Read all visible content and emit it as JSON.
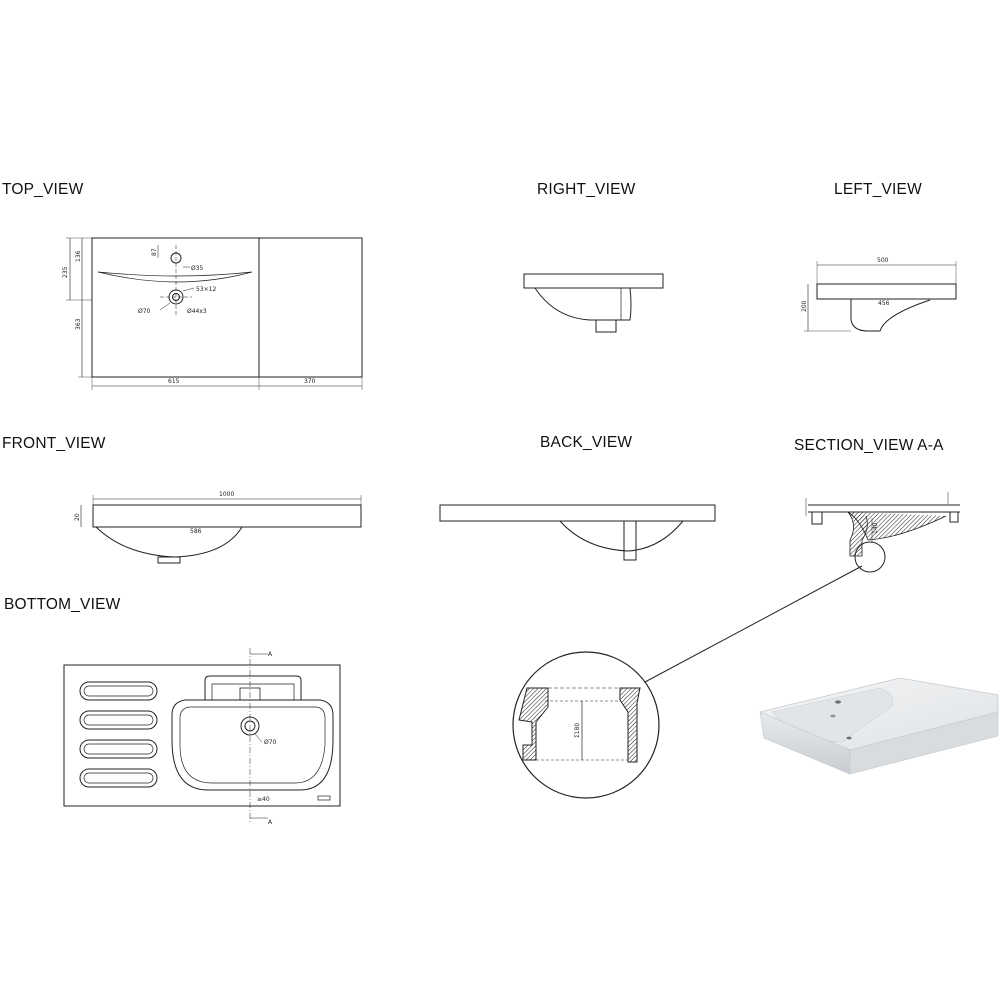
{
  "views": {
    "top": "TOP_VIEW",
    "right": "RIGHT_VIEW",
    "left": "LEFT_VIEW",
    "front": "FRONT_VIEW",
    "back": "BACK_VIEW",
    "section": "SECTION_VIEW  A-A",
    "bottom": "BOTTOM_VIEW"
  },
  "dims": {
    "top": {
      "h_total": "235",
      "h_upper": "136",
      "h_lower": "363",
      "h_small": "87",
      "hole_tap": "Ø35",
      "overflow": "53×12",
      "drain_outer": "Ø70",
      "drain_inner": "Ø44x3",
      "w_bowl": "615",
      "w_shelf": "370"
    },
    "left": {
      "width": "500",
      "inner": "456",
      "height": "200"
    },
    "front": {
      "width": "1000",
      "inner": "586",
      "height": "20"
    },
    "section": {
      "depth": "140"
    },
    "detail": {
      "value": "Σ180"
    },
    "bottom": {
      "drain": "Ø70",
      "offset": "≥40",
      "section_mark": "A"
    }
  }
}
